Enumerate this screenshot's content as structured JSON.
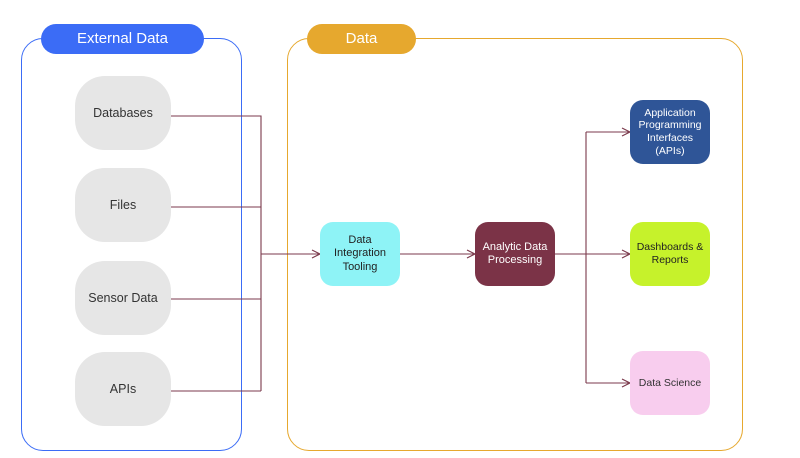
{
  "panels": {
    "external": {
      "title": "External Data Sources"
    },
    "platform": {
      "title": "Data Platform"
    }
  },
  "sources": [
    "Databases",
    "Files",
    "Sensor Data",
    "APIs"
  ],
  "pipeline": {
    "integration": "Data Integration Tooling",
    "processing": "Analytic Data Processing"
  },
  "outputs": {
    "apis": "Application Programming Interfaces (APIs)",
    "dashboards": "Dashboards & Reports",
    "science": "Data Science"
  },
  "colors": {
    "external_accent": "#3b6cf6",
    "platform_accent": "#e6a82e",
    "connector": "#7b3a4c",
    "source_fill": "#e6e6e6",
    "integration_fill": "#8ef3f6",
    "processing_fill": "#7b3347",
    "apis_fill": "#2f5597",
    "dashboards_fill": "#c6f22b",
    "science_fill": "#f8cdee"
  }
}
